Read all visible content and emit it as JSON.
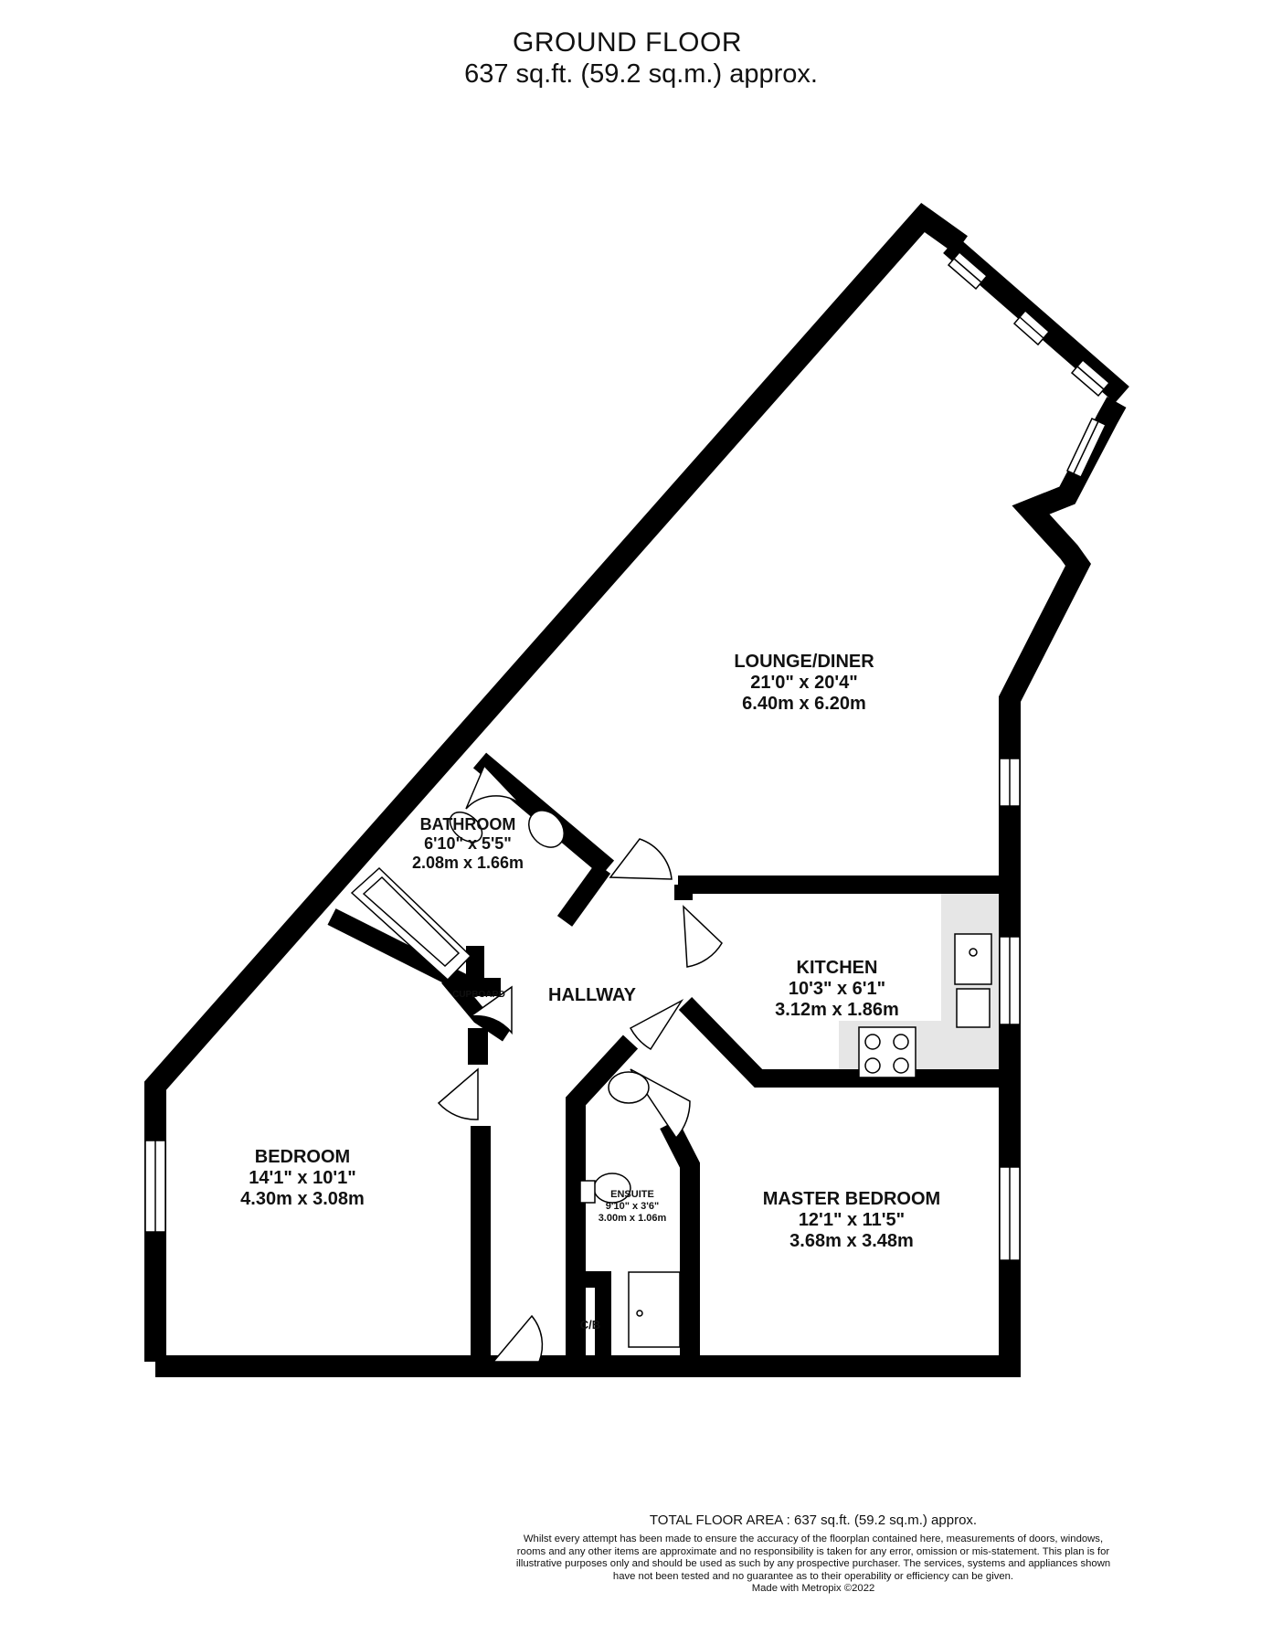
{
  "header": {
    "title": "GROUND FLOOR",
    "area": "637 sq.ft. (59.2 sq.m.) approx."
  },
  "rooms": {
    "lounge": {
      "name": "LOUNGE/DINER",
      "imperial": "21'0\"  x 20'4\"",
      "metric": "6.40m  x 6.20m"
    },
    "bathroom": {
      "name": "BATHROOM",
      "imperial": "6'10\"  x 5'5\"",
      "metric": "2.08m  x 1.66m"
    },
    "kitchen": {
      "name": "KITCHEN",
      "imperial": "10'3\"  x 6'1\"",
      "metric": "3.12m  x 1.86m"
    },
    "hallway": {
      "name": "HALLWAY"
    },
    "cupboard": {
      "name": "CUPBOARD"
    },
    "bedroom": {
      "name": "BEDROOM",
      "imperial": "14'1\"  x 10'1\"",
      "metric": "4.30m  x 3.08m"
    },
    "ensuite": {
      "name": "ENSUITE",
      "imperial": "9'10\"  x 3'6\"",
      "metric": "3.00m  x 1.06m"
    },
    "master": {
      "name": "MASTER BEDROOM",
      "imperial": "12'1\"  x 11'5\"",
      "metric": "3.68m  x 3.48m"
    },
    "cb": {
      "name": "C/B"
    }
  },
  "footer": {
    "total": "TOTAL FLOOR AREA : 637 sq.ft. (59.2 sq.m.) approx.",
    "disclaimer": "Whilst every attempt has been made to ensure the accuracy of the floorplan contained here, measurements of doors, windows, rooms and any other items are approximate and no responsibility is taken for any error, omission or mis-statement. This plan is for illustrative purposes only and should be used as such by any prospective purchaser. The services, systems and appliances shown have not been tested and no guarantee as to their operability or efficiency can be given.",
    "made_with": "Made with Metropix ©2022"
  },
  "colors": {
    "wall": "#000000",
    "kitchen_counter": "#e6e6e6",
    "window": "#ffffff"
  }
}
